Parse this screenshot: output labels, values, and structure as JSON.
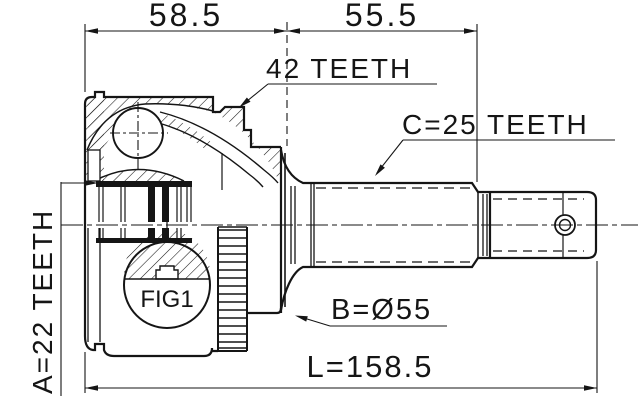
{
  "page": {
    "background": "#ffffff",
    "ink": "#151515"
  },
  "drawing": {
    "title": "CV joint outer race and stub shaft technical drawing",
    "figure_ref": "FIG1",
    "dimensions": {
      "joint_length": "58.5",
      "shaft_length": "55.5",
      "overall_length": "L=158.5"
    },
    "labels": {
      "outer_ring_teeth": "42 TEETH",
      "shaft_spline": "C=25 TEETH",
      "inner_spline": "A=22 TEETH",
      "body_diameter": "B=Ø55"
    },
    "values": {
      "outer_ring_teeth": 42,
      "shaft_spline_teeth": 25,
      "inner_spline_teeth": 22,
      "body_diameter_mm": 55,
      "joint_length_mm": 58.5,
      "shaft_length_mm": 55.5,
      "overall_length_mm": 158.5
    }
  }
}
